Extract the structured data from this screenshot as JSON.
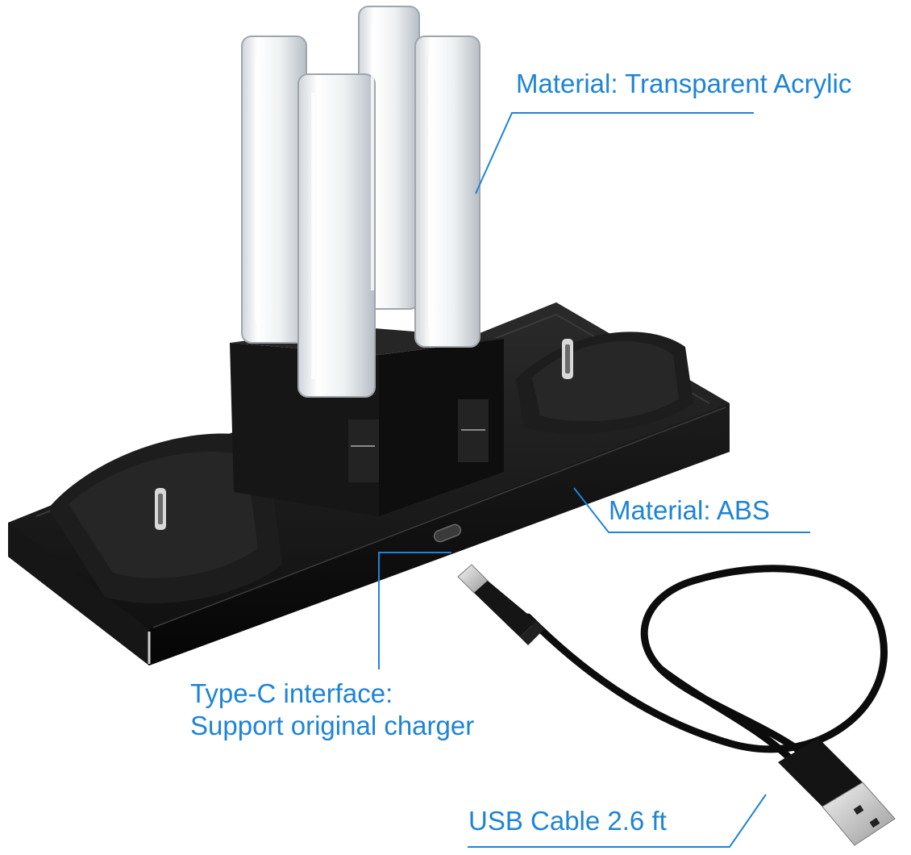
{
  "image": {
    "subject": "Joy-Con charging dock with acrylic stands and USB cable",
    "background_color": "#ffffff",
    "accent_color": "#1e84d6",
    "product_color": "#141414"
  },
  "callouts": {
    "acrylic": "Material: Transparent Acrylic",
    "abs": "Material: ABS",
    "typec_line1": "Type-C interface:",
    "typec_line2": "Support original charger",
    "usb": "USB Cable 2.6 ft"
  }
}
